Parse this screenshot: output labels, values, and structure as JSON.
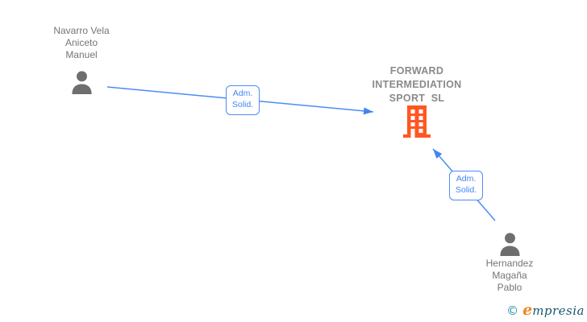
{
  "diagram": {
    "nodes": {
      "person1": {
        "type": "person",
        "lines": [
          "Navarro Vela",
          "Aniceto",
          "Manuel"
        ]
      },
      "company": {
        "type": "company",
        "lines": [
          "FORWARD",
          "INTERMEDIATION",
          "SPORT  SL"
        ]
      },
      "person2": {
        "type": "person",
        "lines": [
          "Hernandez",
          "Magaña",
          "Pablo"
        ]
      }
    },
    "edges": [
      {
        "from": "person1",
        "to": "company",
        "label": [
          "Adm.",
          "Solid."
        ]
      },
      {
        "from": "person2",
        "to": "company",
        "label": [
          "Adm.",
          "Solid."
        ]
      }
    ]
  },
  "footer": {
    "copyright_symbol": "©",
    "brand_initial": "e",
    "brand_rest": "mpresia"
  },
  "colors": {
    "arrow_blue": "#4285f4",
    "label_border_blue": "#4c8bf5",
    "person_gray": "#6e6e6e",
    "person_text_gray": "#757575",
    "company_text_gray": "#8a8a8a",
    "building_orange": "#ff5722",
    "brand_orange": "#f0861f",
    "brand_teal": "#19576b",
    "copyright_teal": "#1e8ca3"
  }
}
